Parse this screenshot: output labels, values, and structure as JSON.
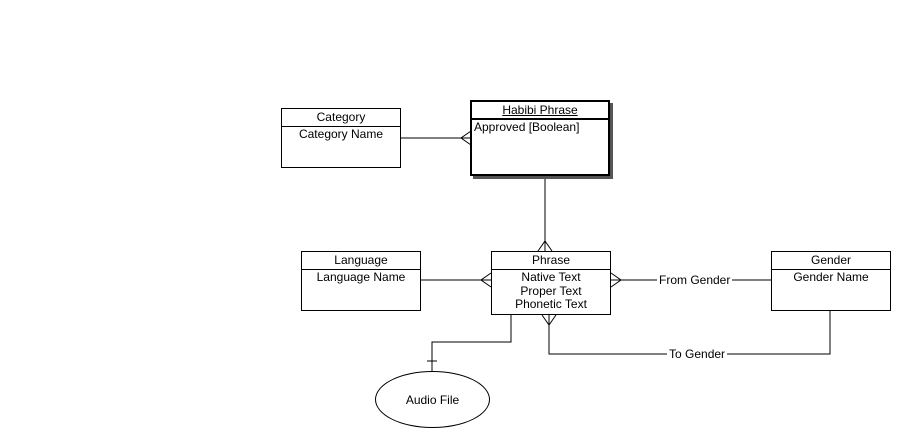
{
  "entities": {
    "category": {
      "title": "Category",
      "attributes": [
        "Category Name"
      ]
    },
    "habibi_phrase": {
      "title": "Habibi Phrase",
      "attributes": [
        "Approved [Boolean]"
      ]
    },
    "language": {
      "title": "Language",
      "attributes": [
        "Language Name"
      ]
    },
    "phrase": {
      "title": "Phrase",
      "attributes": [
        "Native Text",
        "Proper Text",
        "Phonetic Text"
      ]
    },
    "gender": {
      "title": "Gender",
      "attributes": [
        "Gender Name"
      ]
    },
    "audio_file": {
      "title": "Audio File"
    }
  },
  "relationships": {
    "from_gender": "From Gender",
    "to_gender": "To Gender"
  }
}
